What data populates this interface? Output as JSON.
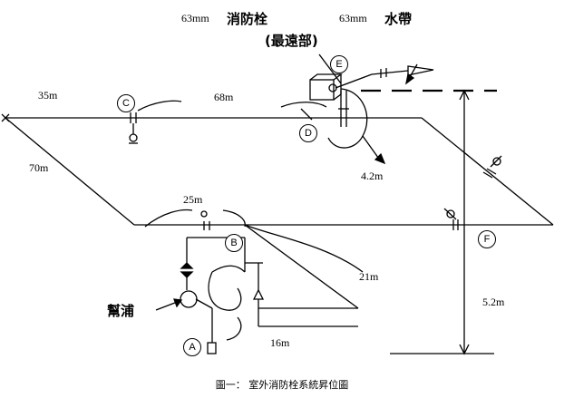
{
  "labels": {
    "hydrant_size": "63mm",
    "hydrant": "消防栓",
    "farthest": "(最遠部)",
    "hose_size": "63mm",
    "hose": "水帶",
    "pump": "幫浦"
  },
  "distances": {
    "d35": "35m",
    "d68": "68m",
    "d70": "70m",
    "d25": "25m",
    "d4_2": "4.2m",
    "d21": "21m",
    "d5_2": "5.2m",
    "d16": "16m"
  },
  "points": {
    "a": "A",
    "b": "B",
    "c": "C",
    "d": "D",
    "e": "E",
    "f": "F"
  },
  "caption": "圖一： 室外消防栓系統昇位圖"
}
